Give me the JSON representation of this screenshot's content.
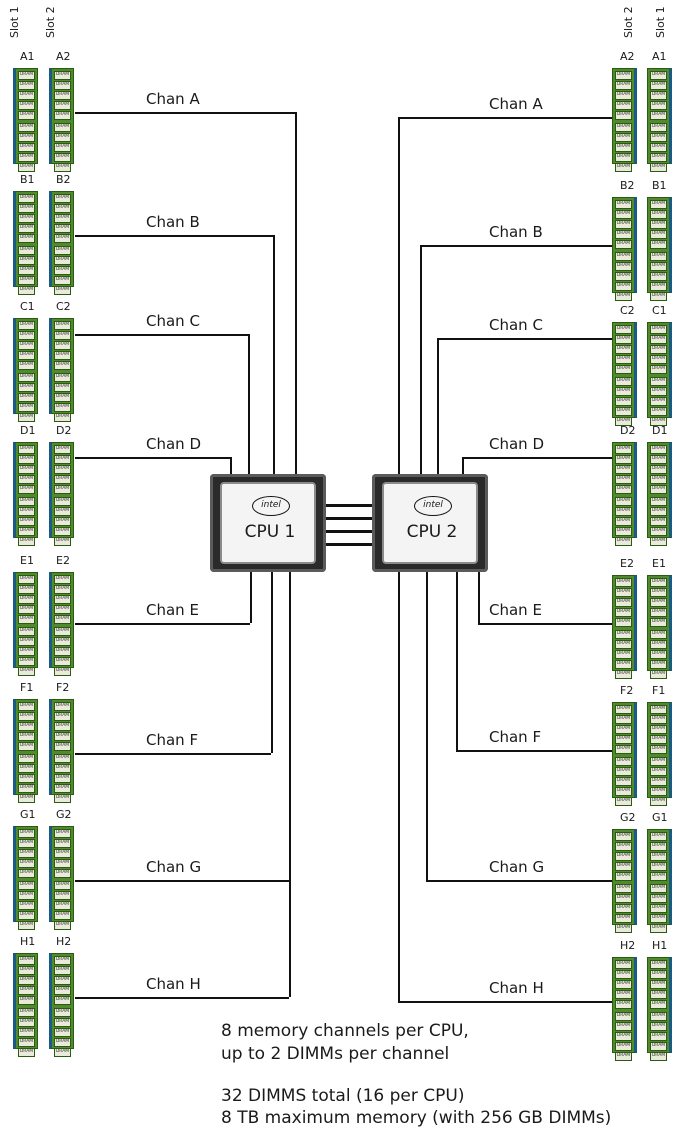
{
  "slot_headers": {
    "left": [
      "Slot 1",
      "Slot 2"
    ],
    "right": [
      "Slot 2",
      "Slot 1"
    ]
  },
  "channels": [
    {
      "id": "A",
      "label": "Chan A",
      "slots": [
        "A1",
        "A2"
      ]
    },
    {
      "id": "B",
      "label": "Chan B",
      "slots": [
        "B1",
        "B2"
      ]
    },
    {
      "id": "C",
      "label": "Chan C",
      "slots": [
        "C1",
        "C2"
      ]
    },
    {
      "id": "D",
      "label": "Chan D",
      "slots": [
        "D1",
        "D2"
      ]
    },
    {
      "id": "E",
      "label": "Chan E",
      "slots": [
        "E1",
        "E2"
      ]
    },
    {
      "id": "F",
      "label": "Chan F",
      "slots": [
        "F1",
        "F2"
      ]
    },
    {
      "id": "G",
      "label": "Chan G",
      "slots": [
        "G1",
        "G2"
      ]
    },
    {
      "id": "H",
      "label": "Chan H",
      "slots": [
        "H1",
        "H2"
      ]
    }
  ],
  "dram_chip_label": "DRAM",
  "cpus": [
    {
      "label": "CPU 1",
      "logo": "intel"
    },
    {
      "label": "CPU 2",
      "logo": "intel"
    }
  ],
  "notes": [
    "8 memory channels per CPU,",
    "up to 2 DIMMs per channel",
    "32 DIMMS total (16 per CPU)",
    "8 TB maximum memory (with 256 GB DIMMs)"
  ]
}
